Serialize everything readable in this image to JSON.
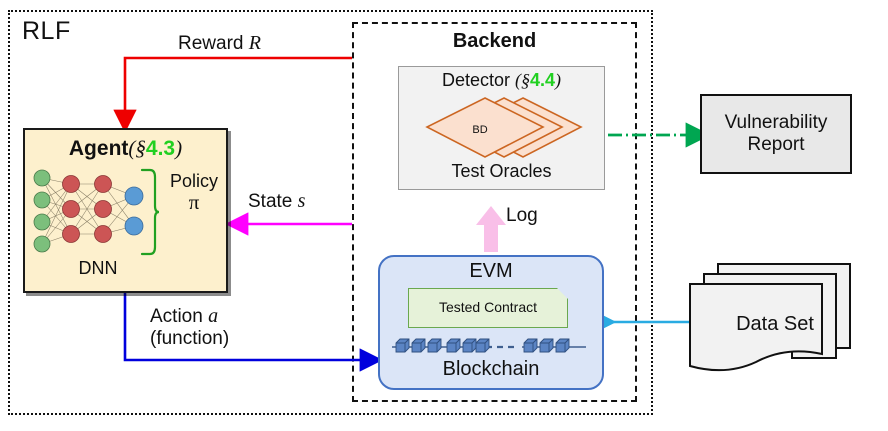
{
  "frame": {
    "outer_label": "RLF",
    "backend_label": "Backend"
  },
  "agent": {
    "title_bold": "Agent",
    "title_section": "(§",
    "title_number": "4.3",
    "title_close": ")",
    "network_label": "DNN",
    "policy_label": "Policy",
    "policy_symbol": "π",
    "nodes": {
      "input_count": 4,
      "hidden_count_1": 3,
      "hidden_count_2": 3,
      "output_count": 2,
      "input_color": "#7cbf7c",
      "hidden_color": "#cc5555",
      "output_color": "#5a9bd5"
    },
    "box_color": "#fdf0cd",
    "brace_color": "#21a021"
  },
  "detector": {
    "title_text": "Detector",
    "title_section": "(§",
    "title_number": "4.4",
    "title_close": ")",
    "diamond_label": "BD",
    "oracles_label": "Test Oracles",
    "diamond_count": 3,
    "diamond_fill": "#fbe0cf",
    "diamond_stroke": "#cc6622",
    "box_fill": "#f2f2f2"
  },
  "evm": {
    "title": "EVM",
    "contract_label": "Tested Contract",
    "blockchain_label": "Blockchain",
    "block_count_left": 6,
    "block_count_right": 3,
    "box_fill": "#dbe5f7",
    "box_stroke": "#4472c4",
    "contract_fill": "#e6f2d9",
    "contract_stroke": "#6aa84f",
    "block_fill": "#5b84c4"
  },
  "vulnerability": {
    "line1": "Vulnerability",
    "line2": "Report",
    "fill": "#e8e8e8"
  },
  "dataset": {
    "label": "Data Set",
    "sheet_count": 3,
    "fill": "#f2f2f2"
  },
  "arrows": {
    "reward": {
      "label": "Reward",
      "symbol": "R",
      "color": "#ee0000"
    },
    "state": {
      "label": "State",
      "symbol": "s",
      "color": "#ff00ff"
    },
    "action": {
      "label": "Action",
      "symbol": "a",
      "sublabel": "(function)",
      "color": "#0000dd"
    },
    "log": {
      "label": "Log",
      "color": "#f9bfe8"
    },
    "report": {
      "color": "#00a651"
    },
    "dataset_feed": {
      "color": "#29abe2"
    }
  }
}
